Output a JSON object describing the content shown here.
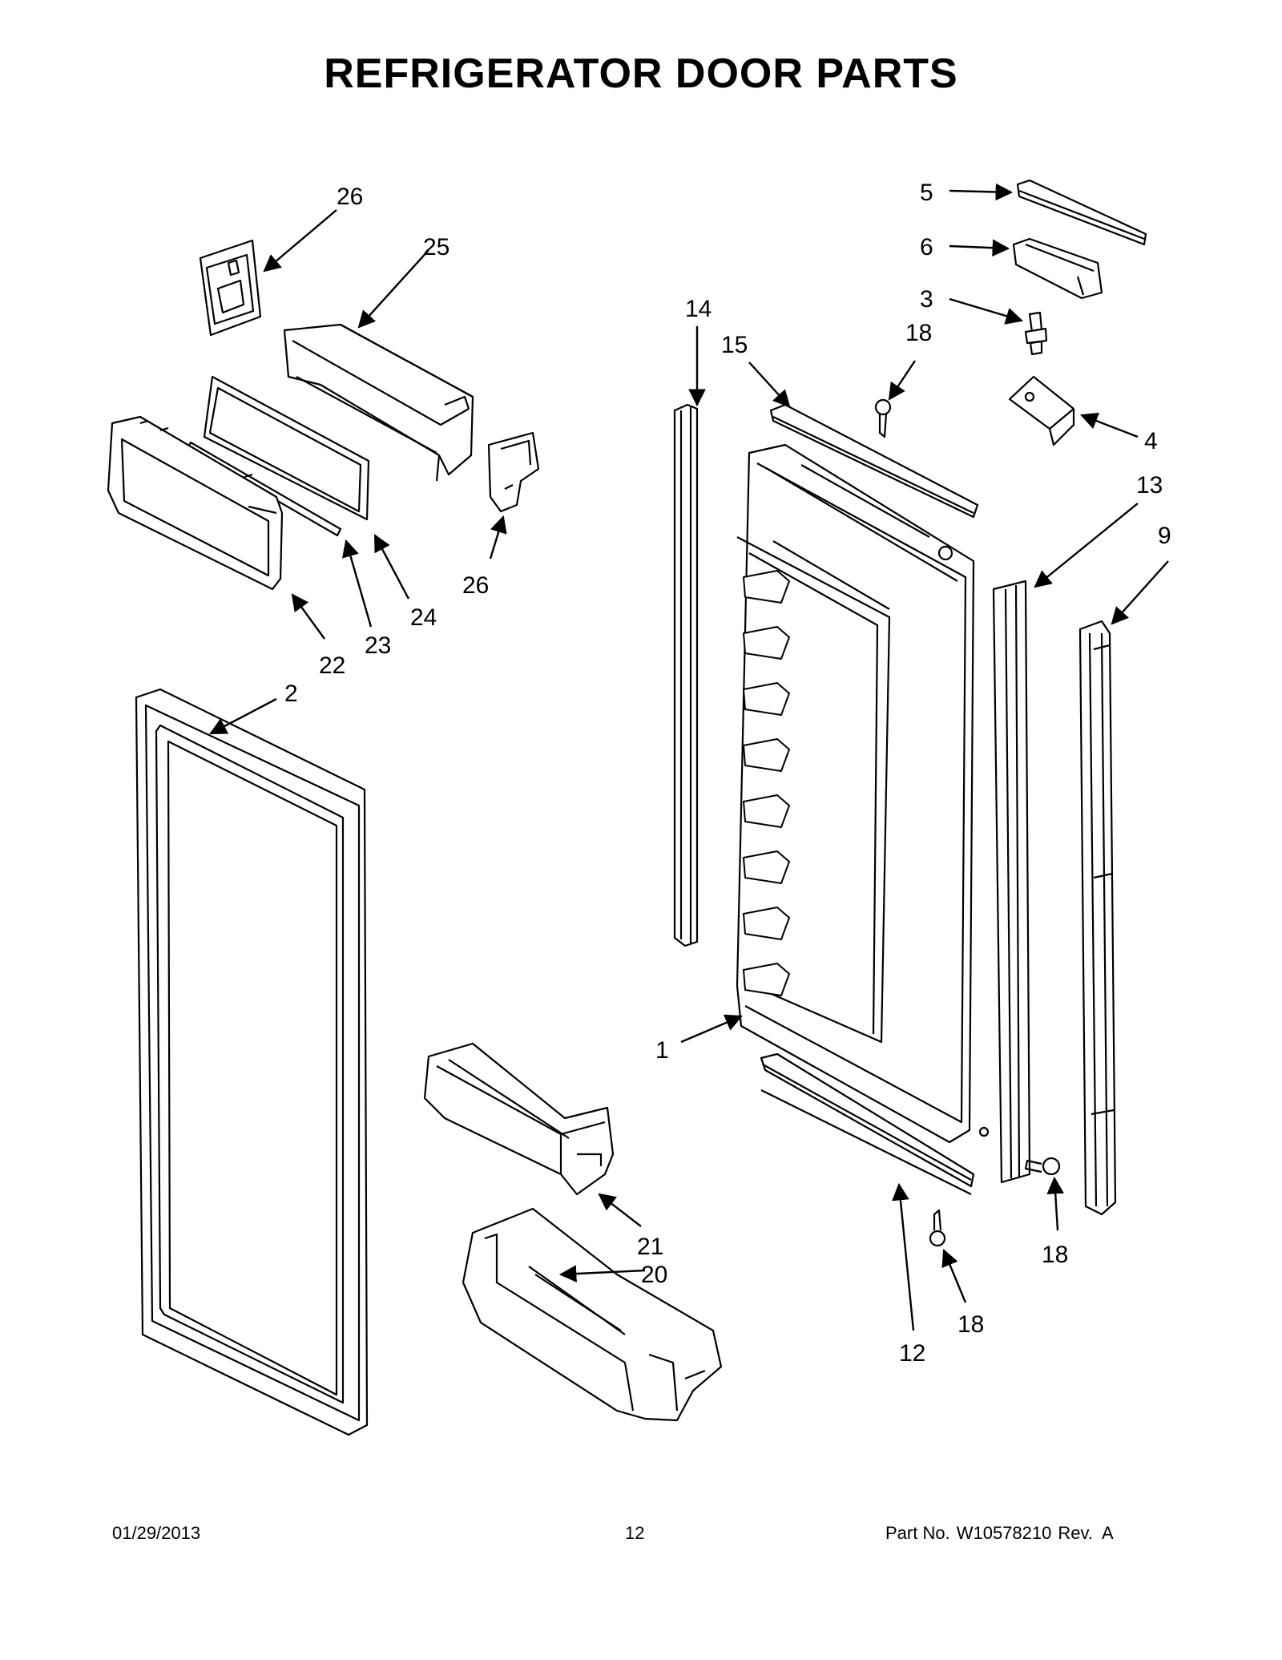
{
  "title": "REFRIGERATOR DOOR PARTS",
  "callouts": [
    "26",
    "25",
    "24",
    "23",
    "22",
    "26",
    "2",
    "21",
    "20",
    "14",
    "15",
    "18",
    "5",
    "6",
    "3",
    "4",
    "13",
    "9",
    "1",
    "18",
    "18",
    "12"
  ],
  "footer": {
    "date": "01/29/2013",
    "page": "12",
    "part_label": "Part No.",
    "part_number": "W10578210",
    "rev": "Rev.  A"
  }
}
